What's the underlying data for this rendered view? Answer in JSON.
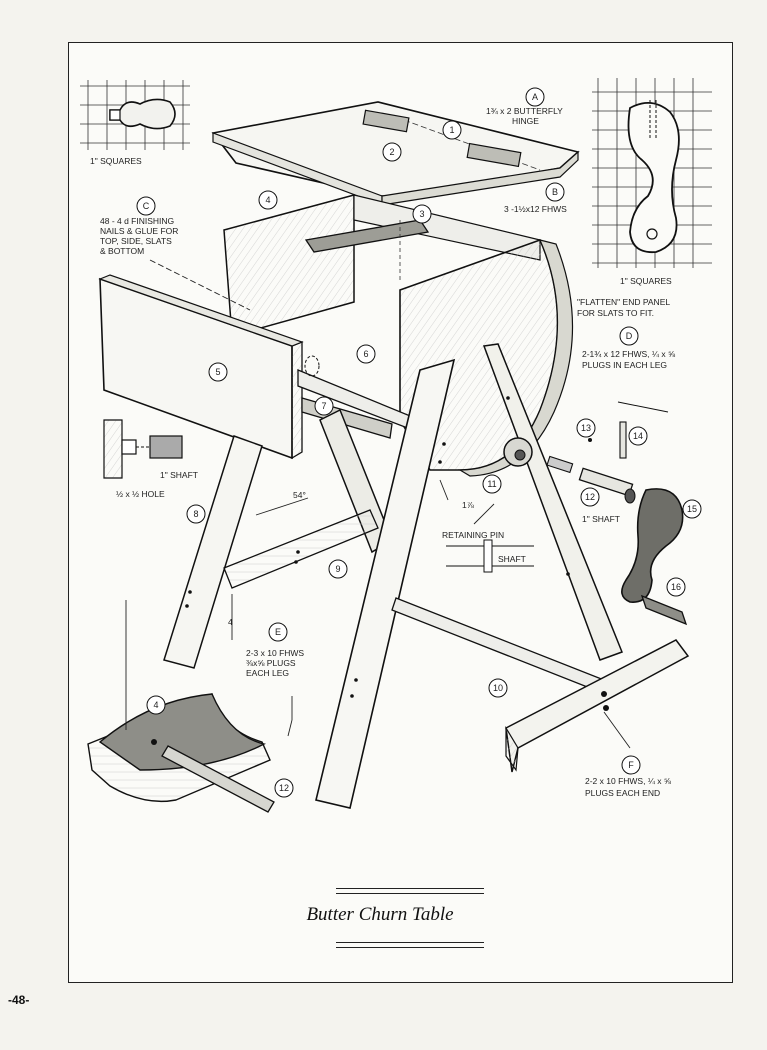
{
  "title": "Butter Churn Table",
  "page_number": "-48-",
  "parts": [
    "1",
    "2",
    "3",
    "4",
    "5",
    "6",
    "7",
    "8",
    "9",
    "10",
    "11",
    "12",
    "13",
    "14",
    "15",
    "16"
  ],
  "hardware_letters": [
    "A",
    "B",
    "C",
    "D",
    "E",
    "F"
  ],
  "notes": {
    "squares_left": "1\" SQUARES",
    "squares_right": "1\" SQUARES",
    "hinge_1": "1¾ x 2 BUTTERFLY",
    "hinge_2": "HINGE",
    "screws_b": "3 -1½x12 FHWS",
    "nails_1": "48 - 4 d FINISHING",
    "nails_2": "NAILS & GLUE FOR",
    "nails_3": "TOP, SIDE, SLATS",
    "nails_4": "& BOTTOM",
    "flatten_1": "\"FLATTEN\" END PANEL",
    "flatten_2": "FOR SLATS TO FIT.",
    "screws_d_1": "2-1¾ x 12 FHWS, ¼ x ⅝",
    "screws_d_2": "PLUGS IN EACH LEG",
    "shaft_left": "1\" SHAFT",
    "hole": "½ x ½ HOLE",
    "angle": "54°",
    "dim_7_8": "1⅞",
    "retaining_pin": "RETAINING PIN",
    "shaft_label": "SHAFT",
    "shaft_right": "1\" SHAFT",
    "dim_4": "4",
    "screws_e_1": "2-3 x 10 FHWS",
    "screws_e_2": "⅜x⅝ PLUGS",
    "screws_e_3": "EACH LEG",
    "screws_f_1": "2-2 x 10 FHWS, ¼ x ⅝",
    "screws_f_2": "PLUGS EACH END"
  }
}
